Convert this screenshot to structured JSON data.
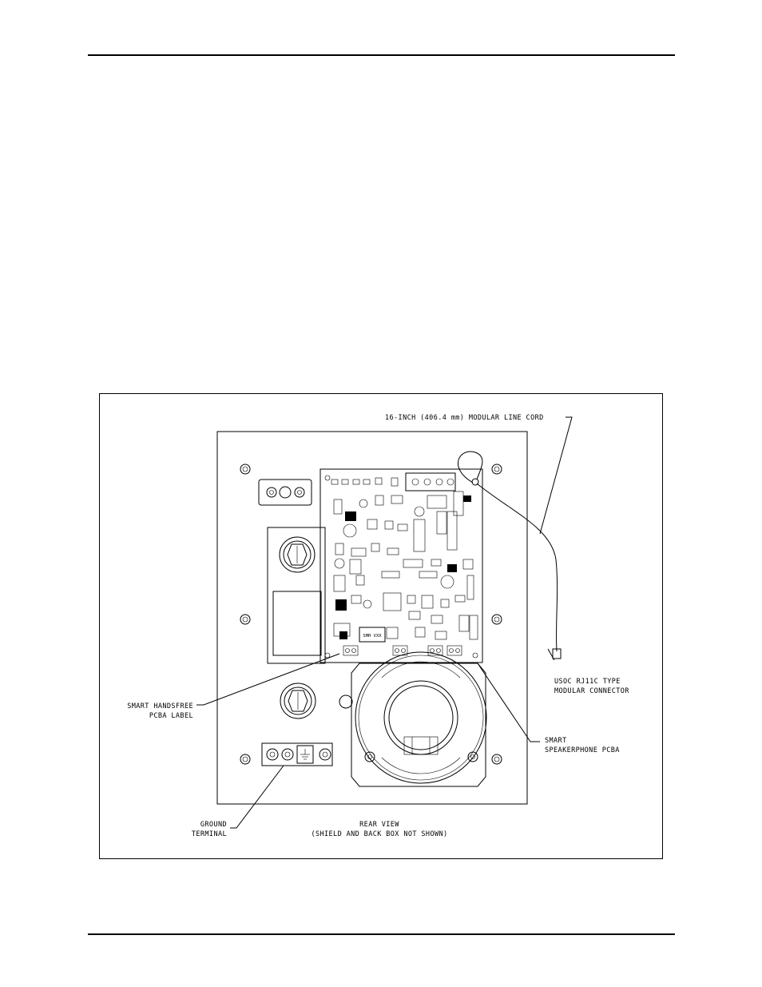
{
  "figure": {
    "labels": {
      "line_cord": "16-INCH (406.4 mm) MODULAR LINE CORD",
      "connector_1": "USOC RJ11C TYPE",
      "connector_2": "MODULAR CONNECTOR",
      "handsfree_1": "SMART HANDSFREE",
      "handsfree_2": "PCBA LABEL",
      "speakerphone_1": "SMART",
      "speakerphone_2": "SPEAKERPHONE PCBA",
      "ground_1": "GROUND",
      "ground_2": "TERMINAL",
      "view_1": "REAR VIEW",
      "view_2": "(SHIELD AND BACK BOX NOT SHOWN)"
    },
    "pcba_label_text": "SMH VXX"
  }
}
